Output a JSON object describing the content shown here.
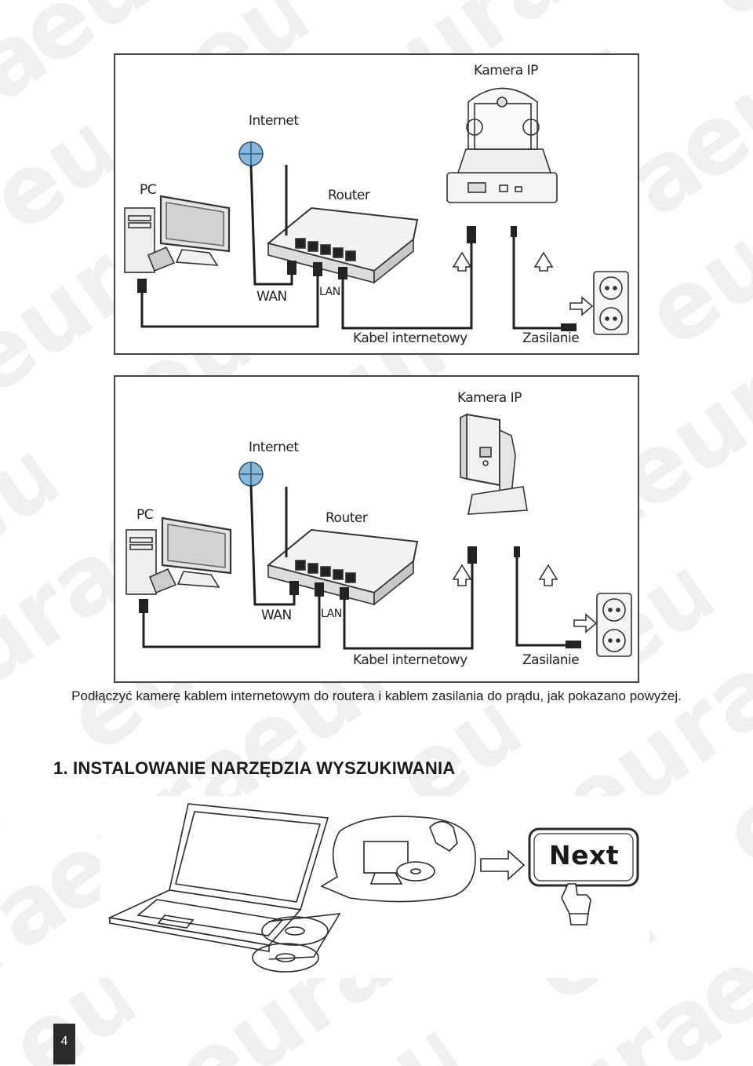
{
  "diagram1": {
    "camera_label": "Kamera IP",
    "internet_label": "Internet",
    "pc_label": "PC",
    "router_label": "Router",
    "wan_label": "WAN",
    "lan_label": "LAN",
    "cable_label": "Kabel internetowy",
    "power_label": "Zasilanie"
  },
  "diagram2": {
    "camera_label": "Kamera IP",
    "internet_label": "Internet",
    "pc_label": "PC",
    "router_label": "Router",
    "wan_label": "WAN",
    "lan_label": "LAN",
    "cable_label": "Kabel internetowy",
    "power_label": "Zasilanie"
  },
  "caption": "Podłączyć kamerę kablem internetowym do routera i kablem zasilania do prądu, jak pokazano powyżej.",
  "section_heading": "1. INSTALOWANIE NARZĘDZIA WYSZUKIWANIA",
  "install_illustration": {
    "next_button_text": "Next"
  },
  "watermark_text": "eura",
  "page_number": "4"
}
